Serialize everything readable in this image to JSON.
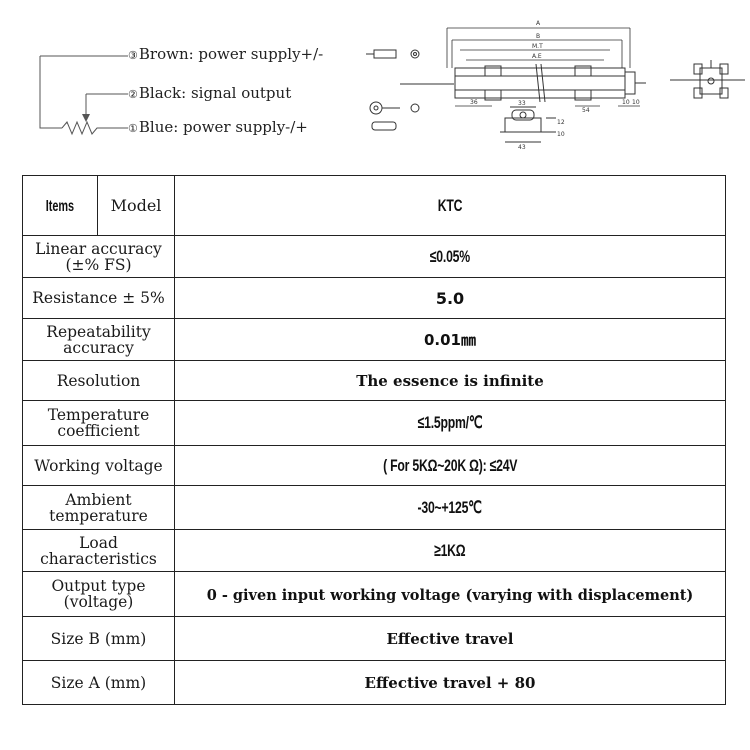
{
  "wiring": {
    "items": [
      {
        "num": "③",
        "label": "Brown: power supply+/-"
      },
      {
        "num": "②",
        "label": "Black: signal output"
      },
      {
        "num": "①",
        "label": "Blue: power supply-/+"
      }
    ]
  },
  "drawing": {
    "dims": [
      "A",
      "B",
      "M.T",
      "A.E",
      "36",
      "54",
      "10",
      "10",
      "33",
      "43",
      "12",
      "10"
    ]
  },
  "table": {
    "header": {
      "items": "Items",
      "model": "Model",
      "value": "KTC"
    },
    "rows": [
      {
        "label": "Linear accuracy (±% FS)",
        "value": "≤0.05%"
      },
      {
        "label": "Resistance ± 5%",
        "value": "5.0"
      },
      {
        "label": "Repeatability accuracy",
        "value": "0.01㎜"
      },
      {
        "label": "Resolution",
        "value": "The essence is infinite"
      },
      {
        "label": "Temperature coefficient",
        "value": "≤1.5ppm/℃"
      },
      {
        "label": "Working voltage",
        "value": "( For 5KΩ~20K Ω): ≤24V"
      },
      {
        "label": "Ambient temperature",
        "value": "-30~+125℃"
      },
      {
        "label": "Load characteristics",
        "value": "≥1KΩ"
      },
      {
        "label": "Output type (voltage)",
        "value": "0 - given input working voltage (varying with displacement)"
      },
      {
        "label": "Size B (mm)",
        "value": "Effective travel"
      },
      {
        "label": "Size A (mm)",
        "value": "Effective travel + 80"
      }
    ]
  }
}
